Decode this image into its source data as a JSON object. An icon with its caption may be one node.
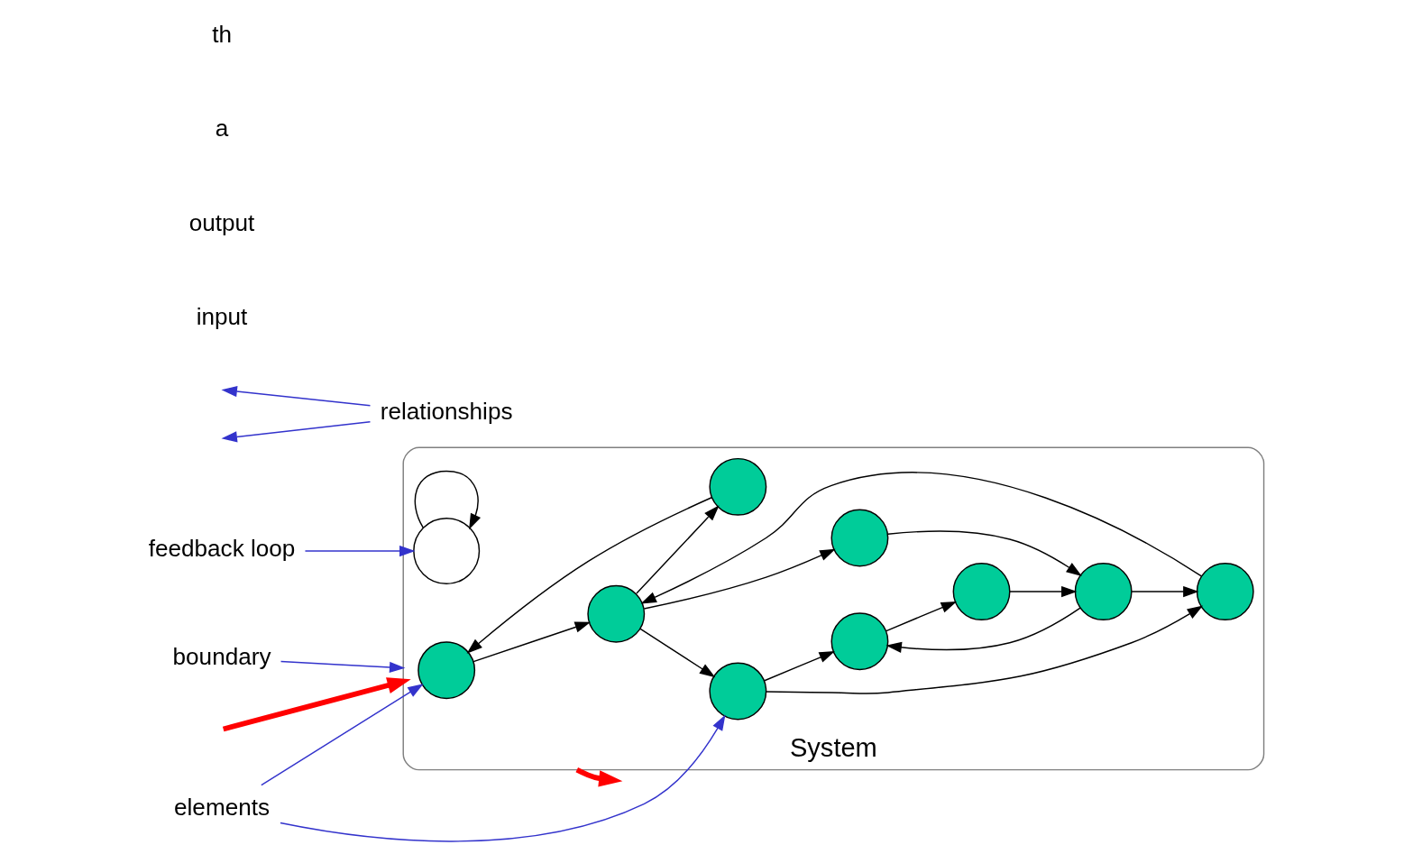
{
  "diagram": {
    "nodes": [
      {
        "text": [
          "System"
        ]
      },
      {
        "text": [],
        "shape": "circle",
        "in": 0
      },
      {
        "text": [],
        "shape": "circle",
        "in": 0
      },
      {
        "text": [],
        "shape": "circle",
        "in": 0
      },
      {
        "text": [],
        "shape": "circle",
        "in": 0
      },
      {
        "text": [],
        "shape": "circle",
        "in": 0
      },
      {
        "text": [],
        "shape": "circle",
        "in": 0
      },
      {
        "text": [],
        "shape": "circle",
        "in": 0
      },
      {
        "text": [],
        "shape": "circle",
        "in": 0
      },
      {
        "text": [],
        "shape": "circle",
        "in": 0
      },
      {
        "text": [],
        "shape": "circle",
        "in": 0
      },
      {
        "text": [
          "elements"
        ]
      },
      {
        "text": [
          "relationships"
        ]
      },
      {
        "text": [
          "feedback loop"
        ]
      },
      {
        "text": [
          "boundary"
        ]
      }
    ],
    "edges": [
      {
        "from": 2,
        "to": 1,
        "arrow": "to"
      },
      {
        "from": 1,
        "to": 3,
        "arrow": "to"
      },
      {
        "from": 10,
        "to": 10,
        "arrow": "to"
      },
      {
        "from": 3,
        "to": 4,
        "arrow": "to"
      },
      {
        "from": 4,
        "to": 6,
        "arrow": "to"
      },
      {
        "from": 4,
        "to": 5,
        "arrow": "to"
      },
      {
        "from": 5,
        "to": 3,
        "arrow": "to"
      },
      {
        "from": 3,
        "to": 2,
        "arrow": "to"
      },
      {
        "from": 3,
        "to": 8,
        "arrow": "to"
      },
      {
        "from": 8,
        "to": 9,
        "arrow": "to"
      },
      {
        "from": 9,
        "to": 5,
        "arrow": "to"
      },
      {
        "from": 9,
        "to": 6,
        "arrow": "to"
      },
      {
        "from": 6,
        "to": 7,
        "arrow": "to"
      },
      {
        "from": 7,
        "to": 9,
        "arrow": "to"
      },
      {
        "from": 11,
        "to": 1,
        "arrow": "to",
        "color": "#3333cc"
      },
      {
        "from": 11,
        "to": 4,
        "arrow": "to",
        "color": "#3333cc"
      },
      {
        "from": 12,
        "to": null,
        "arrow": "to",
        "color": "#3333cc"
      },
      {
        "from": 12,
        "to": null,
        "arrow": "to",
        "color": "#3333cc"
      },
      {
        "from": 13,
        "to": 10,
        "arrow": "to",
        "color": "#3333cc"
      },
      {
        "from": 14,
        "to": 0,
        "arrow": "to",
        "color": "#3333cc"
      },
      {
        "from": null,
        "to": 0,
        "arrow": "to",
        "style": "thick",
        "color": "#ff0000"
      },
      {
        "from": 0,
        "to": null,
        "arrow": "to",
        "style": "thick",
        "color": "#ff0000"
      }
    ],
    "labels": [
      "input",
      "output",
      "a",
      "th"
    ]
  }
}
